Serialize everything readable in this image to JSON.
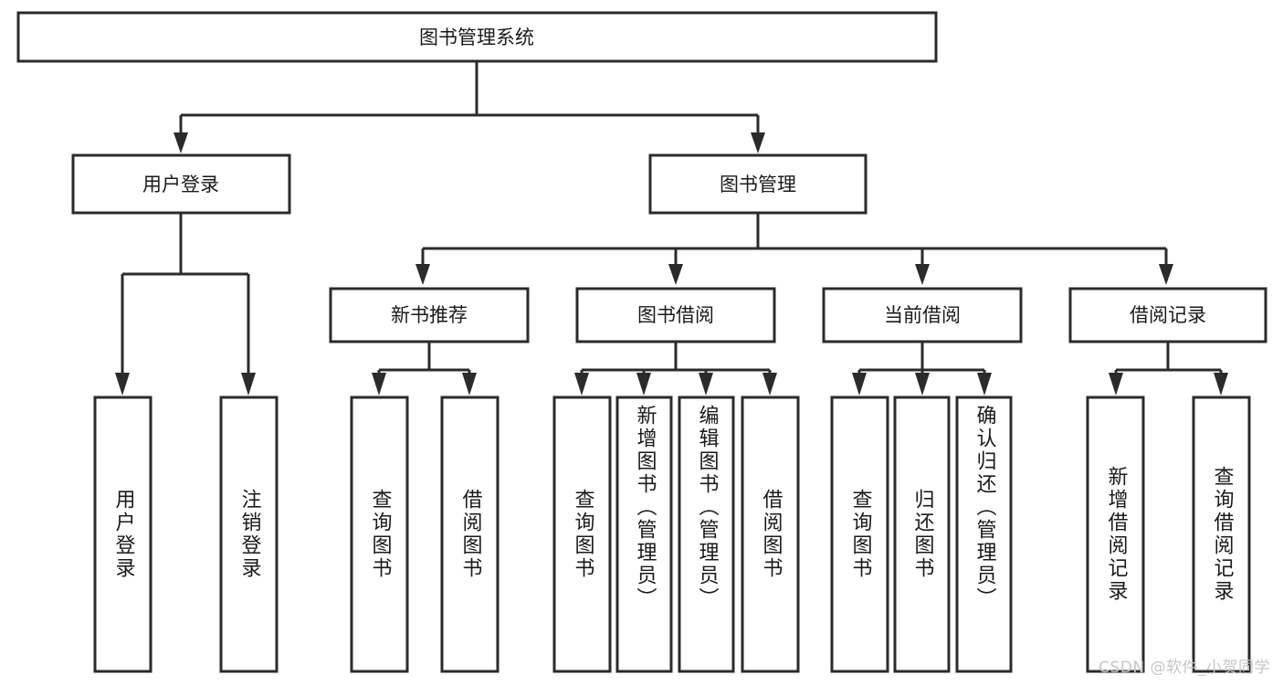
{
  "diagram": {
    "title": "图书管理系统",
    "type": "tree",
    "orientation": "top-down",
    "colors": {
      "box_stroke": "#2b2b2b",
      "box_fill": "#ffffff",
      "text": "#1a1a1a",
      "connector": "#2b2b2b",
      "background": "#ffffff",
      "watermark": "#c6c6c6"
    },
    "levels": {
      "root": {
        "label": "图书管理系统"
      },
      "level1": [
        {
          "id": "user-login",
          "label": "用户登录"
        },
        {
          "id": "book-manage",
          "label": "图书管理"
        }
      ],
      "level2": [
        {
          "id": "new-book-recommend",
          "label": "新书推荐",
          "parent": "book-manage"
        },
        {
          "id": "book-borrow",
          "label": "图书借阅",
          "parent": "book-manage"
        },
        {
          "id": "current-borrow",
          "label": "当前借阅",
          "parent": "book-manage"
        },
        {
          "id": "borrow-record",
          "label": "借阅记录",
          "parent": "book-manage"
        }
      ],
      "leaves": {
        "user-login": [
          {
            "id": "leaf-user-login",
            "label": "用户登录"
          },
          {
            "id": "leaf-user-logout",
            "label": "注销登录"
          }
        ],
        "new-book-recommend": [
          {
            "id": "leaf-query-book-1",
            "label": "查询图书"
          },
          {
            "id": "leaf-borrow-book-1",
            "label": "借阅图书"
          }
        ],
        "book-borrow": [
          {
            "id": "leaf-query-book-2",
            "label": "查询图书"
          },
          {
            "id": "leaf-add-book",
            "label": "新增图书（管理员）"
          },
          {
            "id": "leaf-edit-book",
            "label": "编辑图书（管理员）"
          },
          {
            "id": "leaf-borrow-book-2",
            "label": "借阅图书"
          }
        ],
        "current-borrow": [
          {
            "id": "leaf-query-book-3",
            "label": "查询图书"
          },
          {
            "id": "leaf-return-book",
            "label": "归还图书"
          },
          {
            "id": "leaf-confirm-return",
            "label": "确认归还（管理员）"
          }
        ],
        "borrow-record": [
          {
            "id": "leaf-add-record",
            "label": "新增借阅记录"
          },
          {
            "id": "leaf-query-record",
            "label": "查询借阅记录"
          }
        ]
      }
    }
  },
  "watermark": {
    "text": "CSDN @软件_小贺同学"
  }
}
